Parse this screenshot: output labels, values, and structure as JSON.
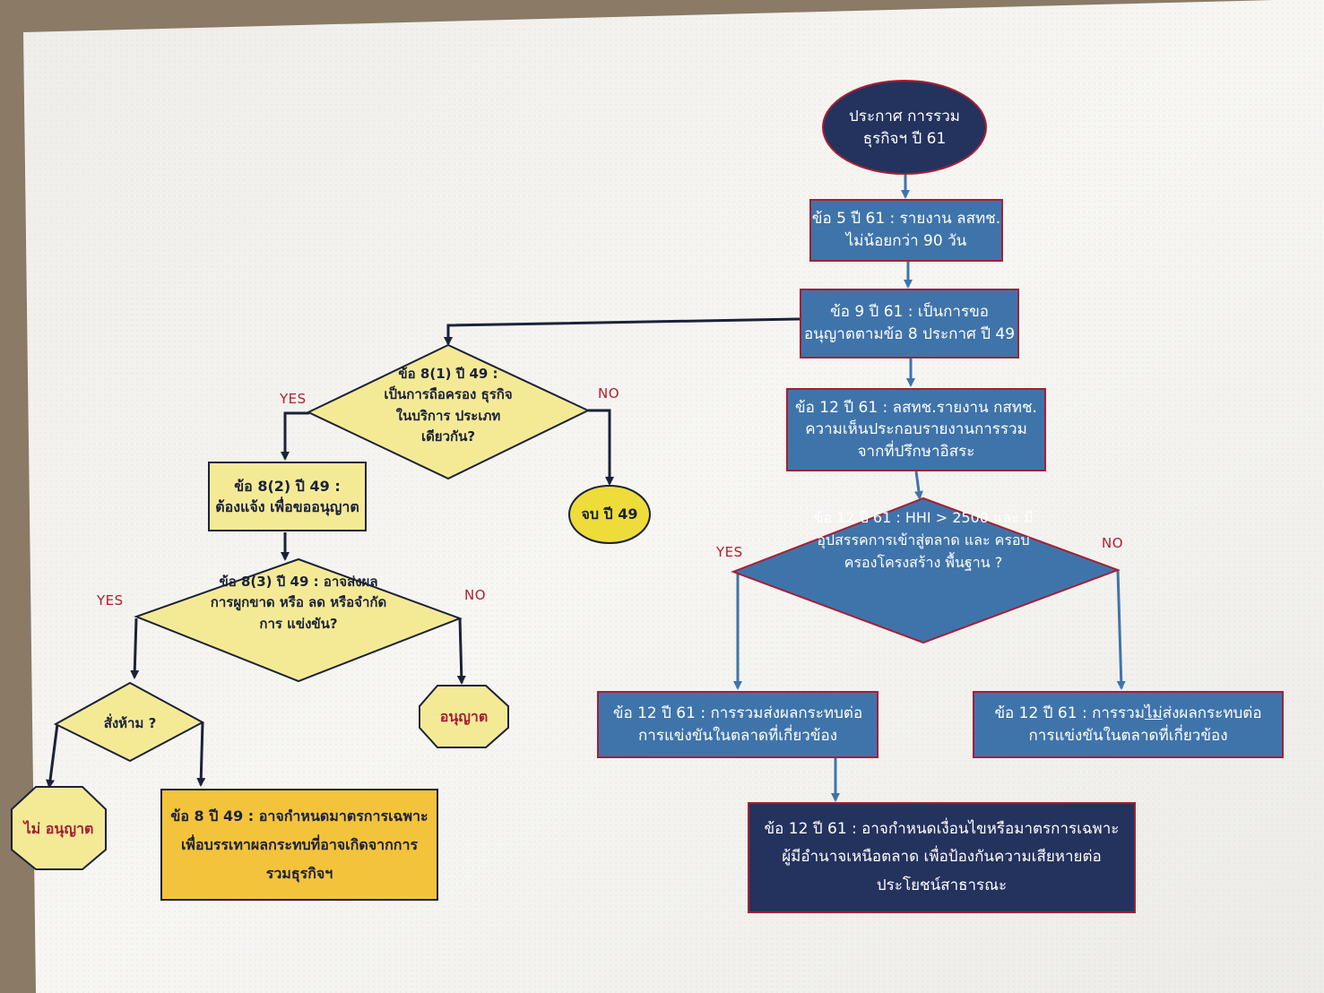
{
  "colors": {
    "blue_box": "#3f74ab",
    "navy_box": "#24325e",
    "yellow_box": "#f4ea96",
    "orange_box": "#f3c33c",
    "border_red": "#a51f35",
    "label_red": "#b01e2f"
  },
  "nodes": {
    "start": {
      "lines": [
        "ประกาศ",
        "การรวมธุรกิจฯ",
        "ปี 61"
      ]
    },
    "clause5": {
      "lines": [
        "ข้อ 5 ปี 61 : รายงาน ลสทช.",
        "ไม่น้อยกว่า 90 วัน"
      ]
    },
    "clause9": {
      "lines": [
        "ข้อ 9 ปี 61 : เป็นการขอ",
        "อนุญาตตามข้อ 8 ประกาศ ปี 49"
      ]
    },
    "clause12_report": {
      "lines": [
        "ข้อ 12 ปี 61 : ลสทช.รายงาน กสทช.",
        "ความเห็นประกอบรายงานการรวม",
        "จากที่ปรึกษาอิสระ"
      ]
    },
    "clause12_decision": {
      "lines": [
        "ข้อ 12 ปี 61 :",
        "HHI > 2500 และ",
        "มีอุปสรรคการเข้าสู่ตลาด",
        "และ ครอบครองโครงสร้าง",
        "พื้นฐาน ?"
      ]
    },
    "clause12_yes": {
      "lines": [
        "ข้อ 12 ปี 61 : การรวมส่งผลกระทบต่อ",
        "การแข่งขันในตลาดที่เกี่ยวข้อง"
      ]
    },
    "clause12_no": {
      "line1_pre": "ข้อ 12 ปี 61 : การรวม",
      "line1_underlined": "ไม่",
      "line1_post": "ส่งผลกระทบต่อ",
      "line2": "การแข่งขันในตลาดที่เกี่ยวข้อง"
    },
    "clause12_conditions": {
      "lines": [
        "ข้อ 12 ปี 61 : อาจกำหนดเงื่อนไขหรือมาตรการเฉพาะ",
        "ผู้มีอำนาจเหนือตลาด เพื่อป้องกันความเสียหายต่อ",
        "ประโยชน์สาธารณะ"
      ]
    },
    "clause8_1": {
      "lines": [
        "ข้อ 8(1) ปี 49 :",
        "เป็นการถือครอง",
        "ธุรกิจในบริการ",
        "ประเภทเดียวกัน?"
      ]
    },
    "end49": {
      "lines": [
        "จบ",
        "ปี 49"
      ]
    },
    "clause8_2": {
      "lines": [
        "ข้อ 8(2) ปี 49 :",
        "ต้องแจ้ง เพื่อขออนุญาต"
      ]
    },
    "clause8_3": {
      "lines": [
        "ข้อ 8(3) ปี 49 :",
        "อาจส่งผลการผูกขาด",
        "หรือ  ลด หรือจำกัดการ",
        "แข่งขัน?"
      ]
    },
    "permit": {
      "lines": [
        "อนุญาต"
      ]
    },
    "prohibit": {
      "lines": [
        "สั่งห้าม ?"
      ]
    },
    "not_permit": {
      "lines": [
        "ไม่",
        "อนุญาต"
      ]
    },
    "clause8_measures": {
      "lines": [
        "ข้อ 8 ปี 49 : อาจกำหนดมาตรการเฉพาะ",
        "เพื่อบรรเทาผลกระทบที่อาจเกิดจากการ",
        "รวมธุรกิจฯ"
      ]
    }
  },
  "labels": {
    "yes": "YES",
    "no": "NO"
  }
}
